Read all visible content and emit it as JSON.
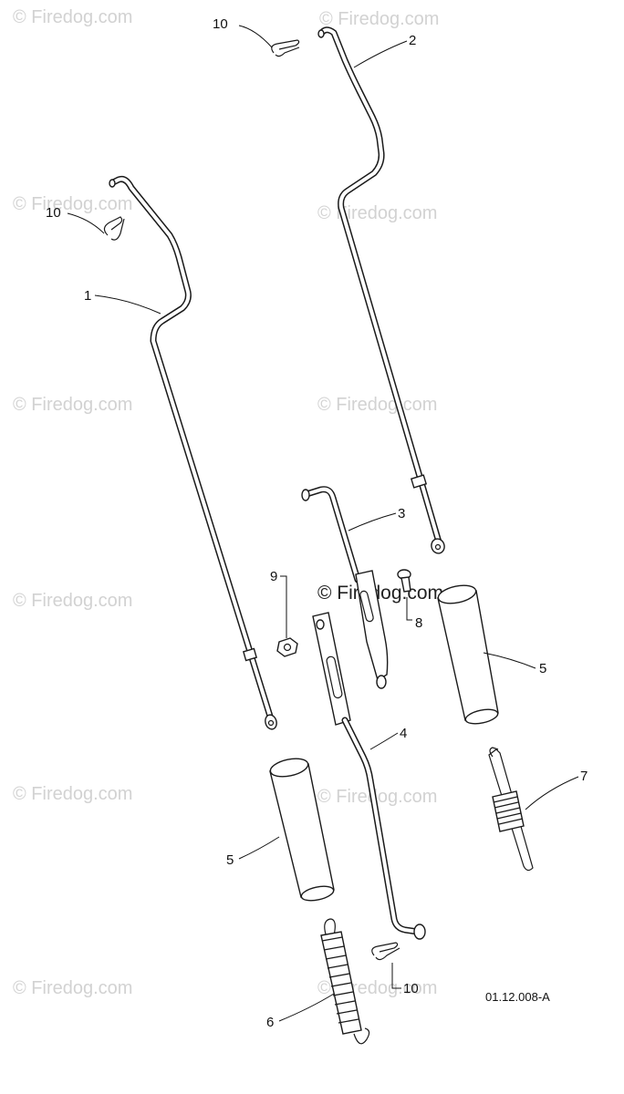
{
  "watermark": {
    "text": "© Firedog.com",
    "center_text": "© Firedog.com"
  },
  "callouts": {
    "part1": "1",
    "part2": "2",
    "part3": "3",
    "part4": "4",
    "part5_upper": "5",
    "part5_lower": "5",
    "part6": "6",
    "part7": "7",
    "part8": "8",
    "part9": "9",
    "part10_top": "10",
    "part10_left": "10",
    "part10_bottom": "10"
  },
  "drawing_code": "01.12.008-A",
  "colors": {
    "line": "#1a1a1a",
    "watermark": "#d2d2d2",
    "background": "#ffffff"
  }
}
